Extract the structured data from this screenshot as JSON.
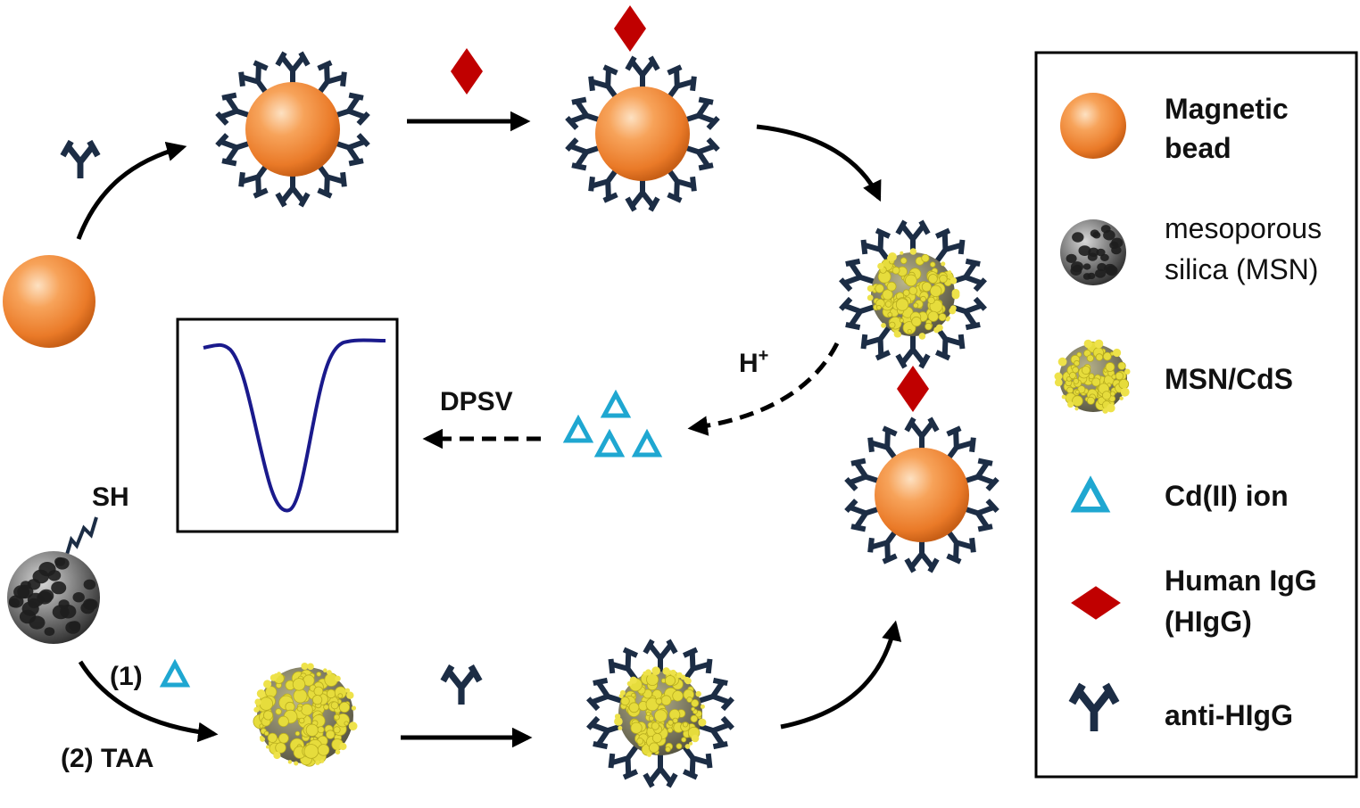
{
  "labels": {
    "dpsv": "DPSV",
    "h_plus": "H",
    "h_plus_sup": "+",
    "sh": "SH",
    "step1": "(1)",
    "step2": "(2) TAA"
  },
  "legend": {
    "magnetic_bead": [
      "Magnetic",
      "bead"
    ],
    "msn": [
      "mesoporous",
      "silica (MSN)"
    ],
    "msn_cds": "MSN/CdS",
    "cd_ion": "Cd(II) ion",
    "higg": [
      "Human IgG",
      "(HIgG)"
    ],
    "anti_higg": "anti-HIgG"
  },
  "colors": {
    "bead": "#f28a3a",
    "antibody": "#1c2d45",
    "antigen": "#c00000",
    "cd_ion": "#1fa7d1",
    "msn_cds": "#d8cc3a",
    "msn": "#6b6b6b",
    "voltammogram": "#1a1a8c"
  },
  "icons": [
    "magnetic-bead-icon",
    "msn-icon",
    "msn-cds-icon",
    "cd-ion-icon",
    "human-igg-icon",
    "anti-higg-icon"
  ]
}
